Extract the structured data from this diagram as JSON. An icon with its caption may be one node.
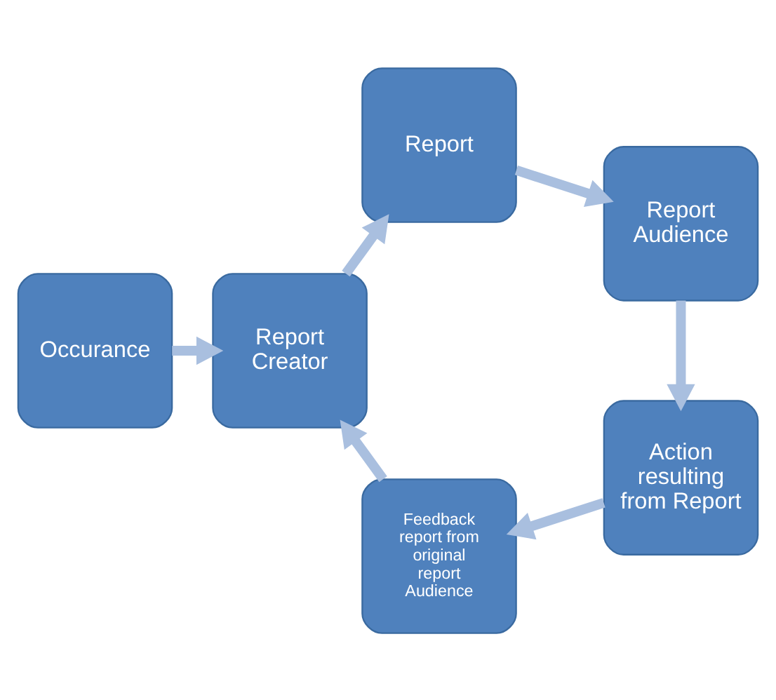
{
  "diagram": {
    "nodes": [
      {
        "text": [
          "Occurance"
        ]
      },
      {
        "text": [
          "Report Creator"
        ]
      },
      {
        "text": [
          "Report"
        ]
      },
      {
        "text": [
          "Report Audience"
        ]
      },
      {
        "text": [
          "Action resulting from Report"
        ]
      },
      {
        "text": [
          "Feedback report from original report Audience"
        ]
      }
    ],
    "edges": [
      {
        "from": 0,
        "to": 1,
        "arrow": "to"
      },
      {
        "from": 1,
        "to": 2,
        "arrow": "to"
      },
      {
        "from": 2,
        "to": 3,
        "arrow": "to"
      },
      {
        "from": 3,
        "to": 4,
        "arrow": "to"
      },
      {
        "from": 4,
        "to": 5,
        "arrow": "to"
      },
      {
        "from": 5,
        "to": 1,
        "arrow": "to"
      }
    ]
  }
}
